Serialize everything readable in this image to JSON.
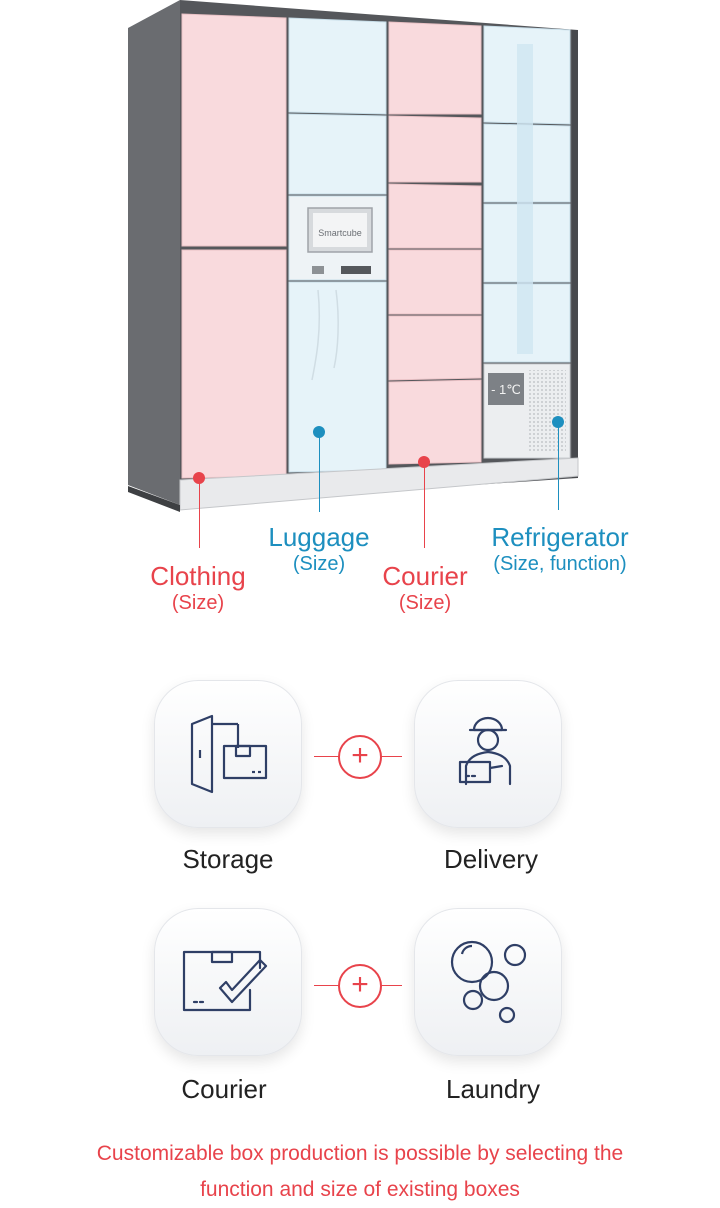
{
  "locker": {
    "screen_brand": "Smartcube",
    "fridge_temp": "- 1℃"
  },
  "labels": {
    "clothing": {
      "title": "Clothing",
      "sub": "(Size)"
    },
    "luggage": {
      "title": "Luggage",
      "sub": "(Size)"
    },
    "courier": {
      "title": "Courier",
      "sub": "(Size)"
    },
    "refrigerator": {
      "title": "Refrigerator",
      "sub": "(Size, function)"
    }
  },
  "features": {
    "storage": "Storage",
    "delivery": "Delivery",
    "courier": "Courier",
    "laundry": "Laundry",
    "plus_symbol": "+"
  },
  "note": {
    "line1": "Customizable box production is possible by selecting the",
    "line2": "function and size of existing boxes"
  },
  "colors": {
    "accent_red": "#e8434b",
    "accent_blue": "#1d8fbf",
    "pink_door": "#f9dadd",
    "blue_door": "#e6f3f9"
  }
}
